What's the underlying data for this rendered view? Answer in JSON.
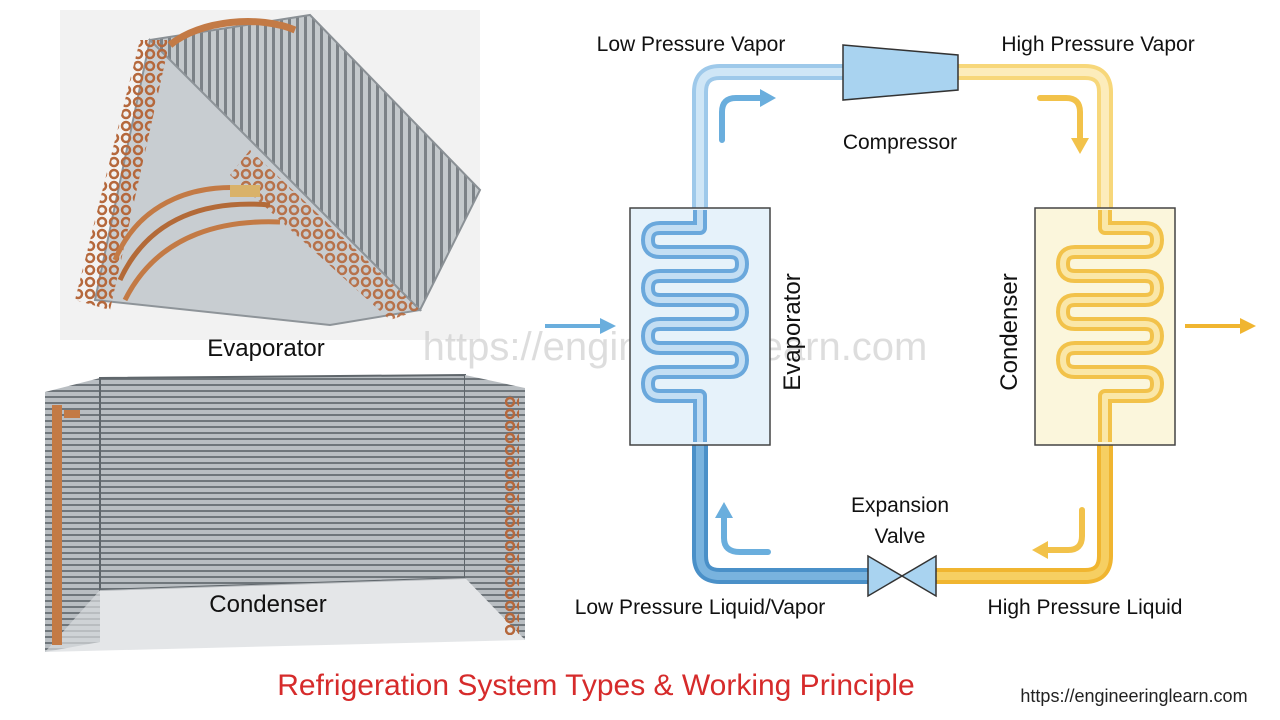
{
  "photos": {
    "evaporator_caption": "Evaporator",
    "condenser_caption": "Condenser"
  },
  "diagram": {
    "low_pressure_vapor": "Low Pressure Vapor",
    "high_pressure_vapor": "High Pressure Vapor",
    "compressor": "Compressor",
    "evaporator": "Evaporator",
    "condenser": "Condenser",
    "expansion_valve_line1": "Expansion",
    "expansion_valve_line2": "Valve",
    "low_pressure_liquid_vapor": "Low Pressure Liquid/Vapor",
    "high_pressure_liquid": "High Pressure Liquid"
  },
  "watermark": "https://engineeringlearn.com",
  "footer": {
    "title": "Refrigeration System Types & Working Principle",
    "site": "https://engineeringlearn.com"
  },
  "colors": {
    "cold_pipe": "#8cc1e8",
    "cold_pipe_dark": "#4a90c8",
    "hot_pipe": "#f7d77a",
    "hot_pipe_dark": "#f0b530",
    "title_red": "#d62b2b"
  }
}
